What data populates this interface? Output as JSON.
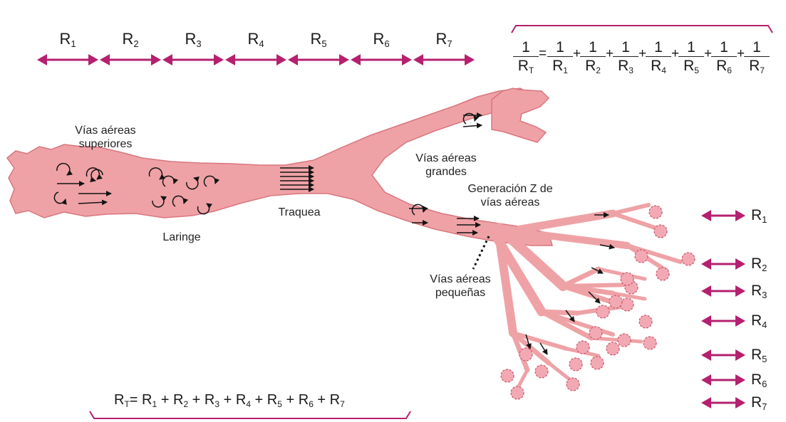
{
  "colors": {
    "accent": "#b5206f",
    "tissue": "#efa2a6",
    "tissue_dark": "#d9767f",
    "ink": "#141414"
  },
  "top_resistances": [
    {
      "main": "R",
      "sub": "1"
    },
    {
      "main": "R",
      "sub": "2"
    },
    {
      "main": "R",
      "sub": "3"
    },
    {
      "main": "R",
      "sub": "4"
    },
    {
      "main": "R",
      "sub": "5"
    },
    {
      "main": "R",
      "sub": "6"
    },
    {
      "main": "R",
      "sub": "7"
    }
  ],
  "side_resistances": [
    {
      "main": "R",
      "sub": "1"
    },
    {
      "main": "R",
      "sub": "2"
    },
    {
      "main": "R",
      "sub": "3"
    },
    {
      "main": "R",
      "sub": "4"
    },
    {
      "main": "R",
      "sub": "5"
    },
    {
      "main": "R",
      "sub": "6"
    },
    {
      "main": "R",
      "sub": "7"
    }
  ],
  "parallel_formula": {
    "numerator": "1",
    "lhs_den": {
      "main": "R",
      "sub": "T"
    },
    "equals": "=",
    "plus": "+",
    "terms": [
      {
        "main": "R",
        "sub": "1"
      },
      {
        "main": "R",
        "sub": "2"
      },
      {
        "main": "R",
        "sub": "3"
      },
      {
        "main": "R",
        "sub": "4"
      },
      {
        "main": "R",
        "sub": "5"
      },
      {
        "main": "R",
        "sub": "6"
      },
      {
        "main": "R",
        "sub": "7"
      }
    ]
  },
  "series_formula": {
    "lhs_main": "R",
    "lhs_sub": "T",
    "equals": "=",
    "plus": "+",
    "terms": [
      {
        "main": "R",
        "sub": "1"
      },
      {
        "main": "R",
        "sub": "2"
      },
      {
        "main": "R",
        "sub": "3"
      },
      {
        "main": "R",
        "sub": "4"
      },
      {
        "main": "R",
        "sub": "5"
      },
      {
        "main": "R",
        "sub": "6"
      },
      {
        "main": "R",
        "sub": "7"
      }
    ]
  },
  "labels": {
    "upper_airways": [
      "Vías aéreas",
      "superiores"
    ],
    "larynx": "Laringe",
    "trachea": "Traquea",
    "large_airways": [
      "Vías aéreas",
      "grandes"
    ],
    "generation_z": [
      "Generación Z de",
      "vías aéreas"
    ],
    "small_airways": [
      "Vías aéreas",
      "pequeñas"
    ]
  }
}
